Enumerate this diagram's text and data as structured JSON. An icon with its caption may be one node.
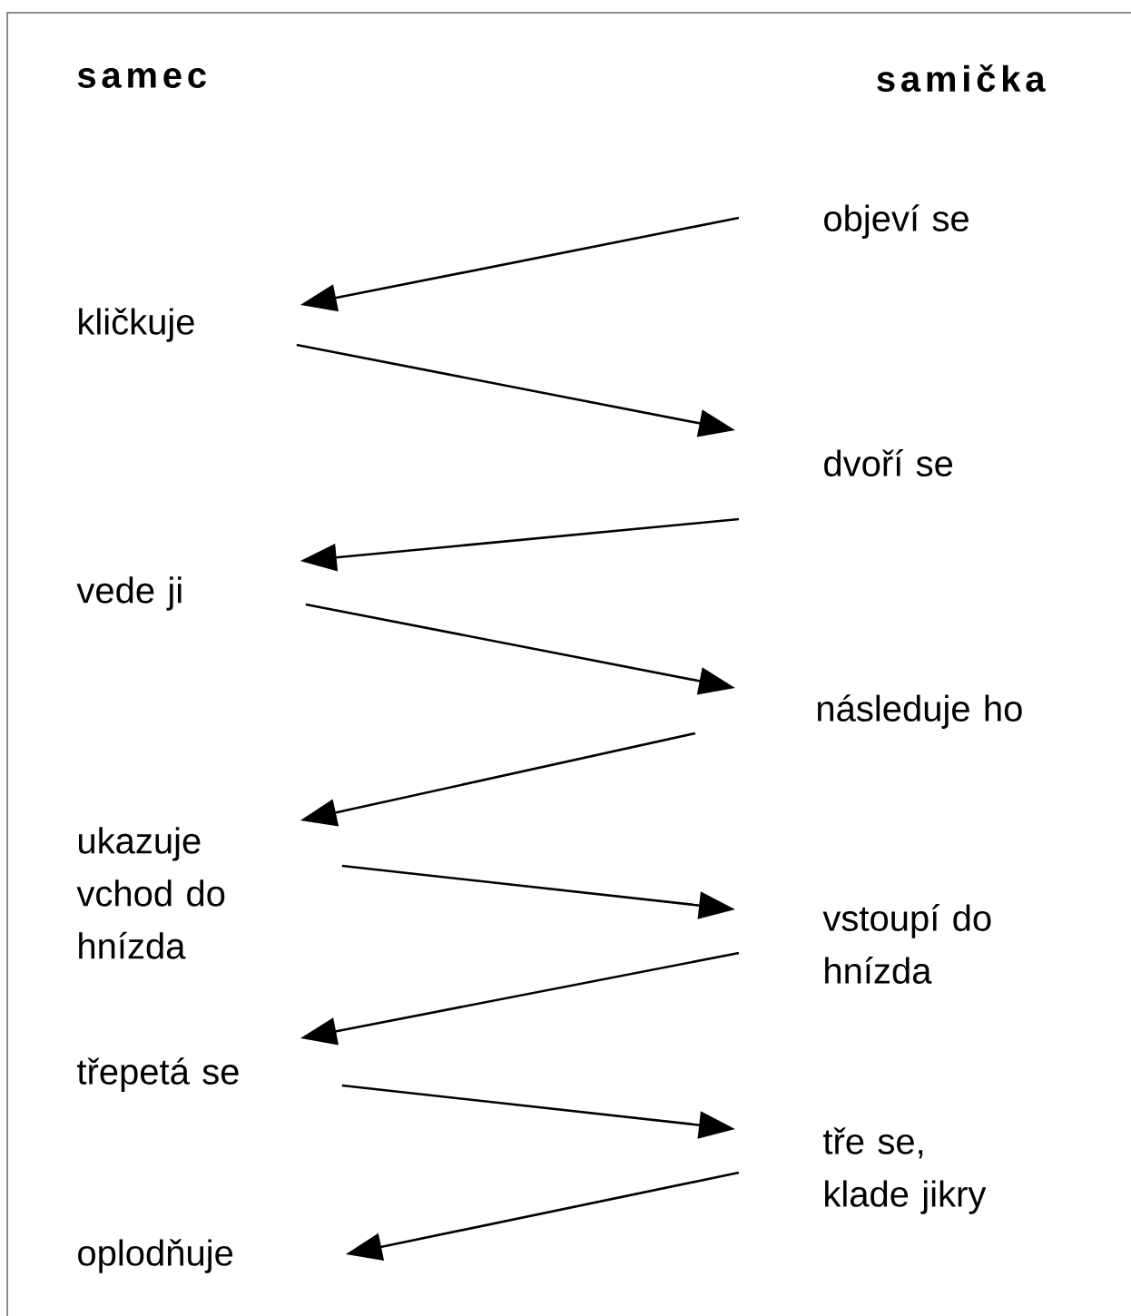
{
  "diagram": {
    "nodes": [
      {
        "text": [
          "objeví se"
        ]
      },
      {
        "text": [
          "kličkuje"
        ]
      },
      {
        "text": [
          "dvoří se"
        ]
      },
      {
        "text": [
          "vede ji"
        ]
      },
      {
        "text": [
          "následuje ho"
        ]
      },
      {
        "text": [
          "ukazuje vchod do hnízda"
        ]
      },
      {
        "text": [
          "vstoupí do hnízda"
        ]
      },
      {
        "text": [
          "třepetá se"
        ]
      },
      {
        "text": [
          "tře se, klade jikry"
        ]
      },
      {
        "text": [
          "oplodňuje"
        ]
      }
    ],
    "edges": [
      {
        "from": 0,
        "to": 1,
        "arrow": "to"
      },
      {
        "from": 1,
        "to": 2,
        "arrow": "to"
      },
      {
        "from": 2,
        "to": 3,
        "arrow": "to"
      },
      {
        "from": 3,
        "to": 4,
        "arrow": "to"
      },
      {
        "from": 4,
        "to": 5,
        "arrow": "to"
      },
      {
        "from": 5,
        "to": 6,
        "arrow": "to"
      },
      {
        "from": 6,
        "to": 7,
        "arrow": "to"
      },
      {
        "from": 7,
        "to": 8,
        "arrow": "to"
      },
      {
        "from": 8,
        "to": 9,
        "arrow": "to"
      }
    ],
    "labels": [
      "samec",
      "samička"
    ]
  }
}
